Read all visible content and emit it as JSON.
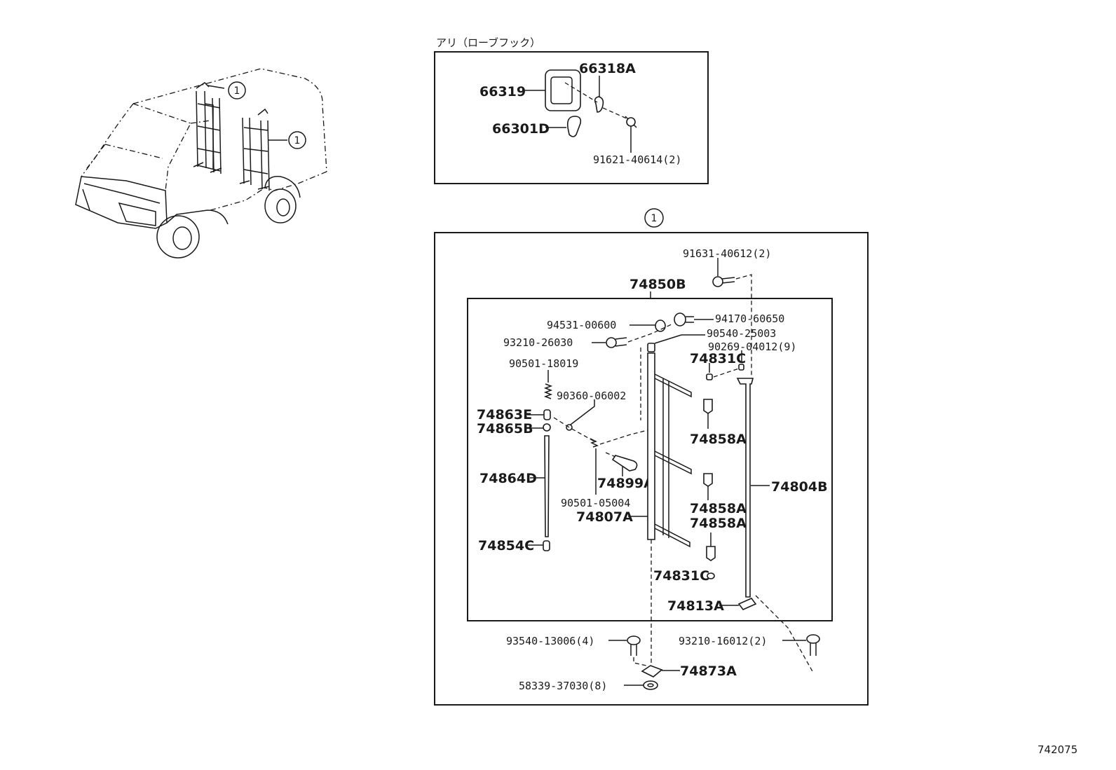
{
  "diagram": {
    "callout_number": "1",
    "rope_hook_box": {
      "caption": "アリ（ローブフック）",
      "parts": {
        "p66319": "66319",
        "p66318A": "66318A",
        "p66301D": "66301D",
        "p91621": "91621-40614(2)"
      }
    },
    "ladder_box": {
      "parts": {
        "p91631": "91631-40612(2)",
        "p74850B": "74850B",
        "p94531": "94531-00600",
        "p94170": "94170-60650",
        "p93210_26030": "93210-26030",
        "p90540": "90540-25003",
        "p90269": "90269-04012(9)",
        "p74831C_top": "74831C",
        "p90501_18019": "90501-18019",
        "p90360": "90360-06002",
        "p74863E": "74863E",
        "p74865B": "74865B",
        "p74858A_1": "74858A",
        "p74864D": "74864D",
        "p74899A": "74899A",
        "p74804B": "74804B",
        "p90501_05004": "90501-05004",
        "p74858A_2": "74858A",
        "p74858A_3": "74858A",
        "p74807A": "74807A",
        "p74854C": "74854C",
        "p74831C_bottom": "74831C",
        "p74813A": "74813A",
        "p93540": "93540-13006(4)",
        "p93210_16012": "93210-16012(2)",
        "p74873A": "74873A",
        "p58339": "58339-37030(8)"
      }
    },
    "figure_number": "742075"
  }
}
